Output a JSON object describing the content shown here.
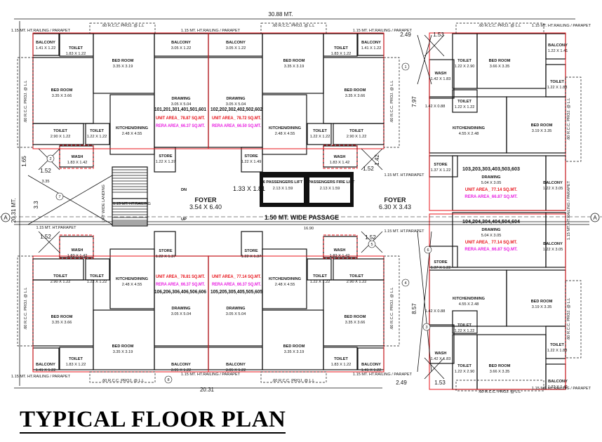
{
  "title": "TYPICAL FLOOR PLAN",
  "dimensions": {
    "overall_width": "30.88 MT.",
    "overall_depth": "20.31 MT.",
    "bottom_width": "20.31",
    "passage_length": "16.90",
    "gap_top": "2.49",
    "gap_bottom": "2.49",
    "d153_top": "1.53",
    "d153_bottom": "1.53",
    "d797": "7.97",
    "d857": "8.57",
    "d165": "1.65",
    "d152_a": "1.52",
    "d152_b": "1.52",
    "d335": "3.35",
    "d33": "3.3",
    "d142": "1.42",
    "d152_c": "1.52",
    "d152_d": "1.52"
  },
  "notes": {
    "railing": "1.15 MT. HT.RAILING / PARAPET",
    "parapet": "1.15 MT. HT.PARAPET",
    "rcc_proj": ".60 R.C.C. PROJ. @ L.L",
    "railing_short": "1.15 MT. HT.RAILING",
    "passage": "1.50 MT. WIDE PASSAGE",
    "mid_landing": "LIFT WIDE LANDING",
    "dn": "DN",
    "up": "UP",
    "grid_a": "A",
    "lobby_size": "1.33 X 1.81"
  },
  "lifts": [
    {
      "name": "6 PASSENGERS LIFT",
      "size": "2.13 X 1.59"
    },
    {
      "name": "6 PASSENGERS FIRE LIFT",
      "size": "2.13 X 1.59"
    }
  ],
  "foyers": [
    {
      "name": "FOYER",
      "size": "3.54 X 6.40"
    },
    {
      "name": "FOYER",
      "size": "6.30 X 3.43"
    }
  ],
  "shafts": [
    "1",
    "2",
    "3",
    "4",
    "5",
    "6",
    "7",
    "8"
  ],
  "units": {
    "u101": {
      "ids": "101,201,301,401,501,601",
      "unit_area": "UNIT AREA_ 78.87 SQ.MT.",
      "rera_area": "RERA AREA_66.37 SQ.MT.",
      "rooms": {
        "balcony_s": {
          "name": "BALCONY",
          "size": "1.41 X 1.22"
        },
        "toilet_a": {
          "name": "TOILET",
          "size": "1.83 X 1.22"
        },
        "bed_a": {
          "name": "BED ROOM",
          "size": "3.35 X 3.19"
        },
        "balcony_l": {
          "name": "BALCONY",
          "size": "3.05 X 1.22"
        },
        "bed_b": {
          "name": "BED ROOM",
          "size": "3.35 X 3.66"
        },
        "drawing": {
          "name": "DRAWING",
          "size": "3.05 X 5.04"
        },
        "toilet_b": {
          "name": "TOILET",
          "size": "2.90 X 1.22"
        },
        "toilet_c": {
          "name": "TOILET",
          "size": "1.22 X 1.22"
        },
        "kitchen": {
          "name": "KITCHEN/DINING",
          "size": "2.48 X 4.55"
        },
        "wash": {
          "name": "WASH",
          "size": "1.83 X 1.42"
        },
        "store": {
          "name": "STORE",
          "size": "1.22 X 1.37"
        }
      }
    },
    "u102": {
      "ids": "102,202,302,402,502,602",
      "unit_area": "UNIT AREA_ 78.72 SQ.MT.",
      "rera_area": "RERA AREA_66.50 SQ.MT.",
      "rooms": {
        "balcony_s": {
          "name": "BALCONY",
          "size": "1.41 X 1.22"
        },
        "toilet_a": {
          "name": "TOILET",
          "size": "1.83 X 1.22"
        },
        "bed_a": {
          "name": "BED ROOM",
          "size": "3.35 X 3.19"
        },
        "balcony_l": {
          "name": "BALCONY",
          "size": "3.05 X 1.22"
        },
        "bed_b": {
          "name": "BED ROOM",
          "size": "3.35 X 3.66"
        },
        "drawing": {
          "name": "DRAWING",
          "size": "3.05 X 5.04"
        },
        "toilet_b": {
          "name": "TOILET",
          "size": "2.90 X 1.22"
        },
        "toilet_c": {
          "name": "TOILET",
          "size": "1.22 X 1.22"
        },
        "kitchen": {
          "name": "KITCHEN/DINING",
          "size": "2.48 X 4.55"
        },
        "wash": {
          "name": "WASH",
          "size": "1.83 X 1.42"
        },
        "store": {
          "name": "STORE",
          "size": "1.22 X 1.49"
        }
      }
    },
    "u103": {
      "ids": "103,203,303,403,503,603",
      "unit_area": "UNIT AREA_ 77.14 SQ.MT.",
      "rera_area": "RERA AREA_66.87 SQ.MT.",
      "rooms": {
        "toilet_a": {
          "name": "TOILET",
          "size": "1.22 X 2.90"
        },
        "bed_a": {
          "name": "BED ROOM",
          "size": "3.66 X 3.35"
        },
        "balcony_s": {
          "name": "BALCONY",
          "size": "1.22 X 1.41"
        },
        "toilet_b": {
          "name": "TOILET",
          "size": "1.22 X 1.83"
        },
        "wash": {
          "name": "WASH",
          "size": "1.42 X 1.83"
        },
        "toilet_c": {
          "name": "TOILET",
          "size": "1.22 X 1.22"
        },
        "wash_dim": "1.42 X 0.88",
        "kitchen": {
          "name": "KITCHEN/DINING",
          "size": "4.55 X 2.48"
        },
        "bed_b": {
          "name": "BED ROOM",
          "size": "3.19 X 3.35"
        },
        "store": {
          "name": "STORE",
          "size": "1.37 X 1.22"
        },
        "drawing": {
          "name": "DRAWING",
          "size": "5.04 X 3.05"
        },
        "balcony_l": {
          "name": "BALCONY",
          "size": "1.22 X 3.05"
        }
      }
    },
    "u104": {
      "ids": "104,204,304,404,504,604",
      "unit_area": "UNIT AREA_ 77.14 SQ.MT.",
      "rera_area": "RERA AREA_66.87 SQ.MT.",
      "rooms": {
        "toilet_a": {
          "name": "TOILET",
          "size": "1.22 X 2.90"
        },
        "bed_a": {
          "name": "BED ROOM",
          "size": "3.66 X 3.35"
        },
        "balcony_s": {
          "name": "BALCONY",
          "size": "1.22 X 1.41"
        },
        "toilet_b": {
          "name": "TOILET",
          "size": "1.22 X 1.83"
        },
        "wash": {
          "name": "WASH",
          "size": "1.42 X 1.83"
        },
        "toilet_c": {
          "name": "TOILET",
          "size": "1.22 X 1.22"
        },
        "wash_dim": "1.42 X 0.88",
        "kitchen": {
          "name": "KITCHEN/DINING",
          "size": "4.55 X 2.48"
        },
        "bed_b": {
          "name": "BED ROOM",
          "size": "3.19 X 3.35"
        },
        "store": {
          "name": "STORE",
          "size": "1.37 X 1.22"
        },
        "drawing": {
          "name": "DRAWING",
          "size": "5.04 X 3.05"
        },
        "balcony_l": {
          "name": "BALCONY",
          "size": "1.22 X 3.05"
        }
      }
    },
    "u105": {
      "ids": "105,205,305,405,505,605",
      "unit_area": "UNIT AREA_ 77.14 SQ.MT.",
      "rera_area": "RERA AREA_66.37 SQ.MT.",
      "rooms": {
        "balcony_s": {
          "name": "BALCONY",
          "size": "1.41 X 1.22"
        },
        "toilet_a": {
          "name": "TOILET",
          "size": "1.83 X 1.22"
        },
        "bed_a": {
          "name": "BED ROOM",
          "size": "3.35 X 3.19"
        },
        "balcony_l": {
          "name": "BALCONY",
          "size": "3.05 X 1.22"
        },
        "bed_b": {
          "name": "BED ROOM",
          "size": "3.35 X 3.66"
        },
        "drawing": {
          "name": "DRAWING",
          "size": "3.05 X 5.04"
        },
        "toilet_b": {
          "name": "TOILET",
          "size": "2.90 X 1.22"
        },
        "toilet_c": {
          "name": "TOILET",
          "size": "1.22 X 1.22"
        },
        "kitchen": {
          "name": "KITCHEN/DINING",
          "size": "2.48 X 4.55"
        },
        "wash": {
          "name": "WASH",
          "size": "1.83 X 1.42"
        },
        "store": {
          "name": "STORE",
          "size": "1.22 X 1.37"
        }
      }
    },
    "u106": {
      "ids": "106,206,306,406,506,606",
      "unit_area": "UNIT AREA_ 78.81 SQ.MT.",
      "rera_area": "RERA AREA_66.37 SQ.MT.",
      "rooms": {
        "balcony_s": {
          "name": "BALCONY",
          "size": "1.41 X 1.22"
        },
        "toilet_a": {
          "name": "TOILET",
          "size": "1.83 X 1.22"
        },
        "bed_a": {
          "name": "BED ROOM",
          "size": "3.35 X 3.19"
        },
        "balcony_l": {
          "name": "BALCONY",
          "size": "3.05 X 1.22"
        },
        "bed_b": {
          "name": "BED ROOM",
          "size": "3.35 X 3.66"
        },
        "drawing": {
          "name": "DRAWING",
          "size": "3.05 X 5.04"
        },
        "toilet_b": {
          "name": "TOILET",
          "size": "2.90 X 1.22"
        },
        "toilet_c": {
          "name": "TOILET",
          "size": "1.22 X 1.22"
        },
        "kitchen": {
          "name": "KITCHEN/DINING",
          "size": "2.48 X 4.55"
        },
        "wash": {
          "name": "WASH",
          "size": "1.83 X 1.42"
        },
        "store": {
          "name": "STORE",
          "size": "1.22 X 1.37"
        }
      }
    }
  },
  "colors": {
    "wall": "#111111",
    "unit_outline": "#e8141b",
    "unit_area": "#e8141b",
    "rera_area": "#e81ee0"
  }
}
